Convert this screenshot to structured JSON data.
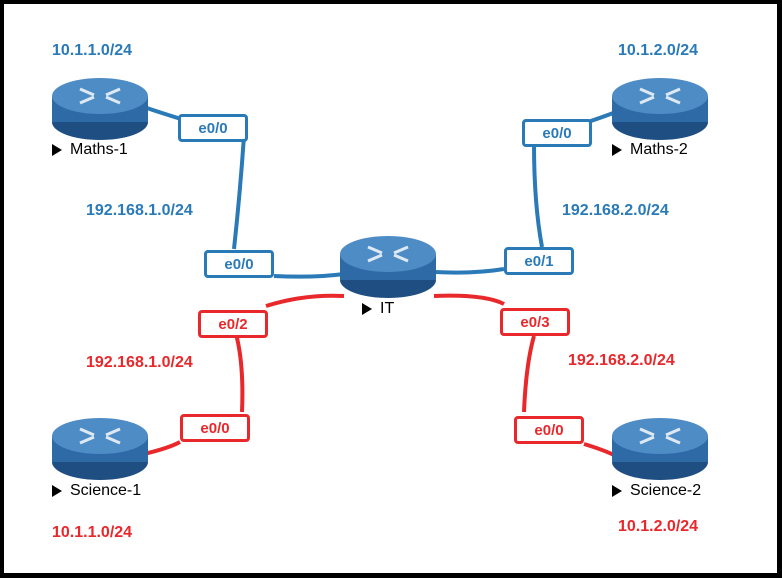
{
  "routers": {
    "maths1": {
      "name": "Maths-1",
      "network": "10.1.1.0/24"
    },
    "maths2": {
      "name": "Maths-2",
      "network": "10.1.2.0/24"
    },
    "it": {
      "name": "IT"
    },
    "science1": {
      "name": "Science-1",
      "network": "10.1.1.0/24"
    },
    "science2": {
      "name": "Science-2",
      "network": "10.1.2.0/24"
    }
  },
  "links": {
    "maths1_it": {
      "subnet": "192.168.1.0/24",
      "end_a": "e0/0",
      "end_b": "e0/0"
    },
    "maths2_it": {
      "subnet": "192.168.2.0/24",
      "end_a": "e0/0",
      "end_b": "e0/1"
    },
    "science1_it": {
      "subnet": "192.168.1.0/24",
      "end_a": "e0/0",
      "end_b": "e0/2"
    },
    "science2_it": {
      "subnet": "192.168.2.0/24",
      "end_a": "e0/0",
      "end_b": "e0/3"
    }
  },
  "colors": {
    "maths_links": "#2a7ab8",
    "science_links": "#e8282b",
    "router_body": "#2e6aa6"
  },
  "icons": {
    "router": "router-icon",
    "marker": "play-triangle-icon"
  }
}
